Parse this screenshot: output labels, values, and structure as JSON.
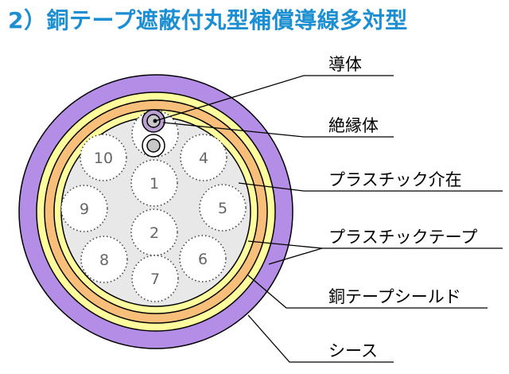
{
  "title": "2）銅テープ遮蔽付丸型補償導線多対型",
  "colors": {
    "sheath": "#b48ee6",
    "plastic_tape": "#fdfd9e",
    "copper_tape_shield": "#f7bf7a",
    "filler": "#e8e8e8",
    "insulation": "#b8a0d0",
    "conductor": "#c8c8c8"
  },
  "labels": {
    "conductor": "導体",
    "insulation": "絶縁体",
    "plastic_filler": "プラスチック介在",
    "plastic_tape": "プラスチックテープ",
    "copper_tape_shield": "銅テープシールド",
    "sheath": "シース"
  },
  "pair_numbers": [
    "1",
    "2",
    "4",
    "5",
    "6",
    "7",
    "8",
    "9",
    "10"
  ]
}
